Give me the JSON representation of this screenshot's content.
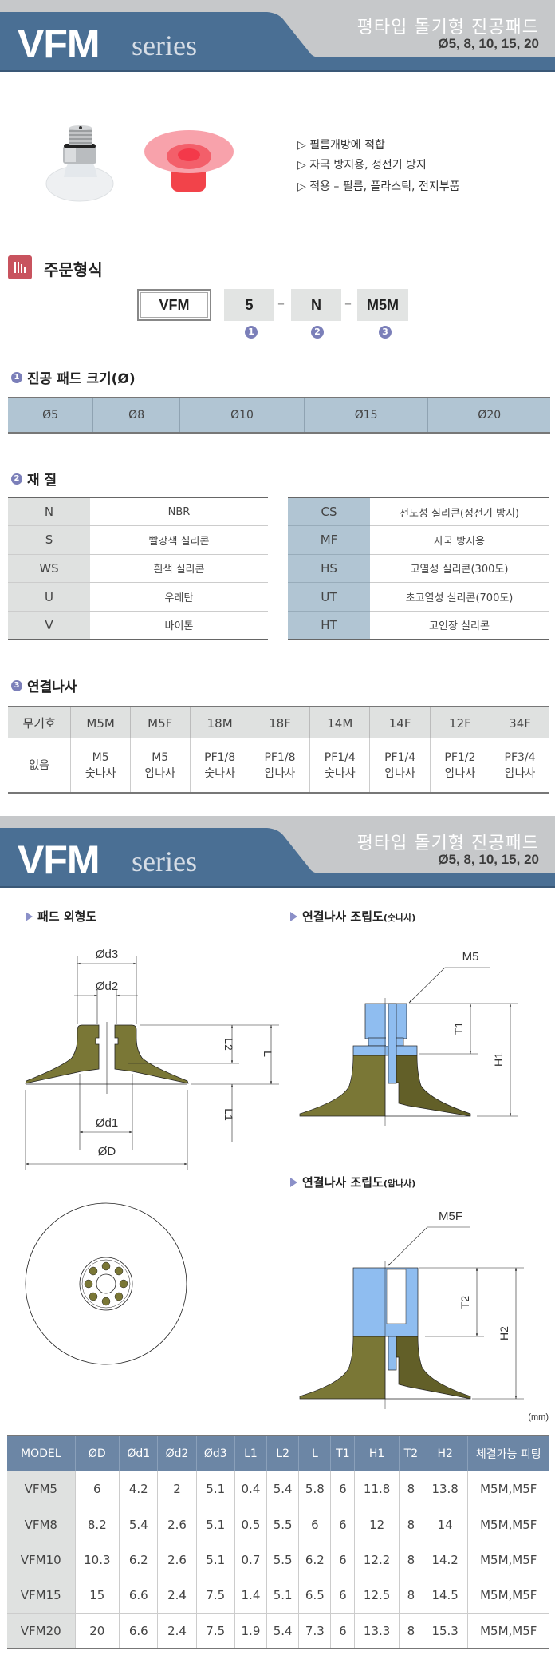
{
  "header": {
    "brand": "VFM",
    "series": "series",
    "title_ko": "평타입 돌기형 진공패드",
    "sizes": "Ø5, 8, 10, 15, 20"
  },
  "features": [
    "▷ 필름개방에 적합",
    "▷ 자국 방지용, 정전기 방지",
    "▷ 적용 – 필름, 플라스틱, 전지부품"
  ],
  "order": {
    "title": "주문형식",
    "parts": [
      "VFM",
      "5",
      "N",
      "M5M"
    ],
    "separator": "–",
    "markers": [
      "1",
      "2",
      "3"
    ]
  },
  "pad_size": {
    "num": "1",
    "title": "진공 패드 크기(Ø)",
    "values": [
      "Ø5",
      "Ø8",
      "Ø10",
      "Ø15",
      "Ø20"
    ]
  },
  "material": {
    "num": "2",
    "title": "재 질",
    "left": [
      {
        "code": "N",
        "name": "NBR"
      },
      {
        "code": "S",
        "name": "빨강색 실리콘"
      },
      {
        "code": "WS",
        "name": "흰색 실리콘"
      },
      {
        "code": "U",
        "name": "우레탄"
      },
      {
        "code": "V",
        "name": "바이톤"
      }
    ],
    "right": [
      {
        "code": "CS",
        "name": "전도성 실리콘(정전기 방지)"
      },
      {
        "code": "MF",
        "name": "자국 방지용"
      },
      {
        "code": "HS",
        "name": "고열성 실리콘(300도)"
      },
      {
        "code": "UT",
        "name": "초고열성 실리콘(700도)"
      },
      {
        "code": "HT",
        "name": "고인장 실리콘"
      }
    ]
  },
  "thread": {
    "num": "3",
    "title": "연결나사",
    "headers": [
      "무기호",
      "M5M",
      "M5F",
      "18M",
      "18F",
      "14M",
      "14F",
      "12F",
      "34F"
    ],
    "values": [
      [
        "없음",
        ""
      ],
      [
        "M5",
        "숫나사"
      ],
      [
        "M5",
        "암나사"
      ],
      [
        "PF1/8",
        "숫나사"
      ],
      [
        "PF1/8",
        "암나사"
      ],
      [
        "PF1/4",
        "숫나사"
      ],
      [
        "PF1/4",
        "암나사"
      ],
      [
        "PF1/2",
        "암나사"
      ],
      [
        "PF3/4",
        "암나사"
      ]
    ]
  },
  "drawings": {
    "outline_title": "패드 외형도",
    "male_title": "연결나사 조립도",
    "male_suffix": "(숫나사)",
    "female_title": "연결나사 조립도",
    "female_suffix": "(암나사)",
    "labels": {
      "d3": "Ød3",
      "d2": "Ød2",
      "d1": "Ød1",
      "D": "ØD",
      "L2": "L2",
      "L": "L",
      "L1": "L1",
      "M5": "M5",
      "T1": "T1",
      "H1": "H1",
      "M5F": "M5F",
      "T2": "T2",
      "H2": "H2"
    },
    "unit": "(mm)",
    "pad_color": "#7a7736",
    "fitting_color": "#8fbdf0"
  },
  "spec": {
    "headers": [
      "MODEL",
      "ØD",
      "Ød1",
      "Ød2",
      "Ød3",
      "L1",
      "L2",
      "L",
      "T1",
      "H1",
      "T2",
      "H2",
      "체결가능 피팅"
    ],
    "rows": [
      [
        "VFM5",
        "6",
        "4.2",
        "2",
        "5.1",
        "0.4",
        "5.4",
        "5.8",
        "6",
        "11.8",
        "8",
        "13.8",
        "M5M,M5F"
      ],
      [
        "VFM8",
        "8.2",
        "5.4",
        "2.6",
        "5.1",
        "0.5",
        "5.5",
        "6",
        "6",
        "12",
        "8",
        "14",
        "M5M,M5F"
      ],
      [
        "VFM10",
        "10.3",
        "6.2",
        "2.6",
        "5.1",
        "0.7",
        "5.5",
        "6.2",
        "6",
        "12.2",
        "8",
        "14.2",
        "M5M,M5F"
      ],
      [
        "VFM15",
        "15",
        "6.6",
        "2.4",
        "7.5",
        "1.4",
        "5.1",
        "6.5",
        "6",
        "12.5",
        "8",
        "14.5",
        "M5M,M5F"
      ],
      [
        "VFM20",
        "20",
        "6.6",
        "2.4",
        "7.5",
        "1.9",
        "5.4",
        "7.3",
        "6",
        "13.3",
        "8",
        "15.3",
        "M5M,M5F"
      ]
    ]
  },
  "colors": {
    "header_blue": "#4a6f94",
    "header_gray": "#c6c8ca",
    "accent_purple": "#7b7fb9",
    "cell_blue": "#b1c5d3",
    "cell_gray": "#dfe1e0",
    "spec_header": "#6c86a5"
  }
}
